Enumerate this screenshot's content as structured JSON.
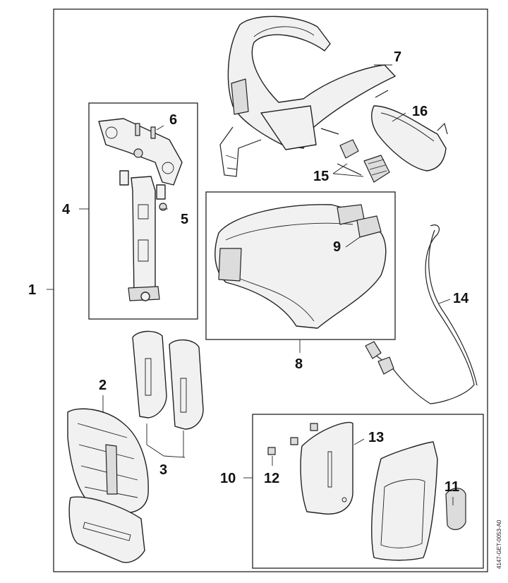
{
  "diagram": {
    "document_code": "4147-GET-0053-A0",
    "callouts": {
      "c1": "1",
      "c2": "2",
      "c3": "3",
      "c4": "4",
      "c5": "5",
      "c6": "6",
      "c7": "7",
      "c8": "8",
      "c9": "9",
      "c10": "10",
      "c11": "11",
      "c12": "12",
      "c13": "13",
      "c14": "14",
      "c15": "15",
      "c16": "16"
    }
  }
}
